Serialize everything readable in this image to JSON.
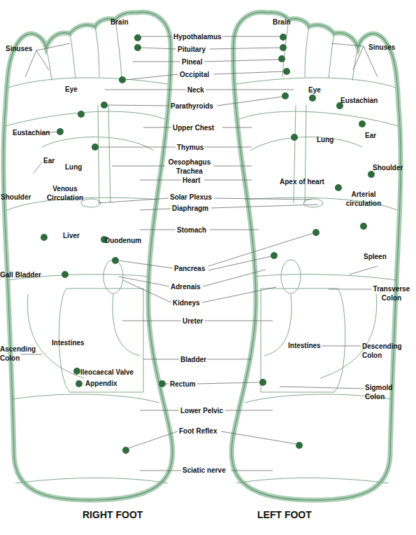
{
  "diagram": {
    "labels": [
      "Brain",
      "Brain",
      "Sinuses",
      "Sinuses",
      "Hypothalamus",
      "Pituitary",
      "Pineal",
      "Occipital",
      "Neck",
      "Parathyroids",
      "Eye",
      "Eye",
      "Eustachian",
      "Eustachian",
      "Ear",
      "Ear",
      "Lung",
      "Lung",
      "Upper Chest",
      "Thymus",
      "Oesophagus Trachea",
      "Heart",
      "Shoulder",
      "Shoulder",
      "Venous Circulation",
      "Apex of heart",
      "Solar Plexus",
      "Diaphragm",
      "Arterial circulation",
      "Stomach",
      "Liver",
      "Duodenum",
      "Spleen",
      "Pancreas",
      "Gall Bladder",
      "Adrenais",
      "Transverse Colon",
      "Kidneys",
      "Ureter",
      "Intestines",
      "Intestines",
      "Ascending Colon",
      "Descending Colon",
      "Bladder",
      "Ileocaecal Valve",
      "Appendix",
      "Rectum",
      "Sigmold Colon",
      "Lower Pelvic",
      "Foot Reflex",
      "Sciatic nerve",
      "RIGHT FOOT",
      "LEFT FOOT"
    ]
  }
}
